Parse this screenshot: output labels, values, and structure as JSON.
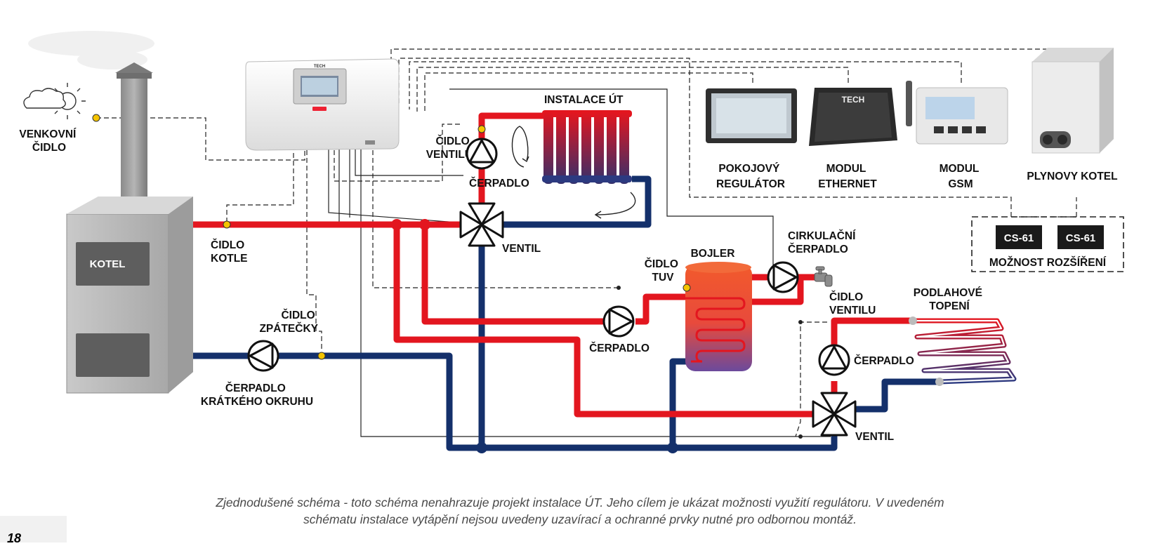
{
  "labels": {
    "venkovni_cidlo": [
      "VENKOVNÍ",
      "ČIDLO"
    ],
    "kotel": "KOTEL",
    "cidlo_kotle": [
      "ČIDLO",
      "KOTLE"
    ],
    "cidlo_zpatecky": [
      "ČIDLO",
      "ZPÁTEČKY"
    ],
    "cerpadlo_kratkeho_okruhu": [
      "ČERPADLO",
      "KRÁTKÉHO OKRUHU"
    ],
    "instalace_ut": "INSTALACE ÚT",
    "cidlo_ventilu_top": [
      "ČIDLO",
      "VENTILU"
    ],
    "cerpadlo_top": "ČERPADLO",
    "ventil_top": "VENTIL",
    "cidlo_tuv": [
      "ČIDLO",
      "TUV"
    ],
    "bojler": "BOJLER",
    "cirkulacni_cerpadlo": [
      "CIRKULAČNÍ",
      "ČERPADLO"
    ],
    "cerpadlo_mid": "ČERPADLO",
    "cidlo_ventilu_right": [
      "ČIDLO",
      "VENTILU"
    ],
    "podlahove_topeni": [
      "PODLAHOVÉ",
      "TOPENÍ"
    ],
    "cerpadlo_right": "ČERPADLO",
    "ventil_right": "VENTIL",
    "pokojovy_regulator": [
      "POKOJOVÝ",
      "REGULÁTOR"
    ],
    "modul_ethernet": [
      "MODUL",
      "ETHERNET"
    ],
    "modul_gsm": [
      "MODUL",
      "GSM"
    ],
    "plynovy_kotel": "PLYNOVY KOTEL",
    "cs61_a": "CS-61",
    "cs61_b": "CS-61",
    "moznost_rozsireni": "MOŽNOST ROZŠÍŘENÍ",
    "tech_logo": "TECH"
  },
  "caption": {
    "line1": "Zjednodušené schéma - toto schéma nenahrazuje projekt instalace ÚT. Jeho cílem je ukázat možnosti využití regulátoru. V uvedeném",
    "line2": "schématu instalace vytápění nejsou uvedeny uzavírací a ochranné prvky nutné pro odbornou montáž."
  },
  "page_number": "18",
  "colors": {
    "supply": "#e3161f",
    "return": "#14306b",
    "sensor": "#f5c400",
    "signal": "#222222",
    "boiler_body": "#9a9a9a",
    "panel_dark": "#5e5e5e"
  }
}
